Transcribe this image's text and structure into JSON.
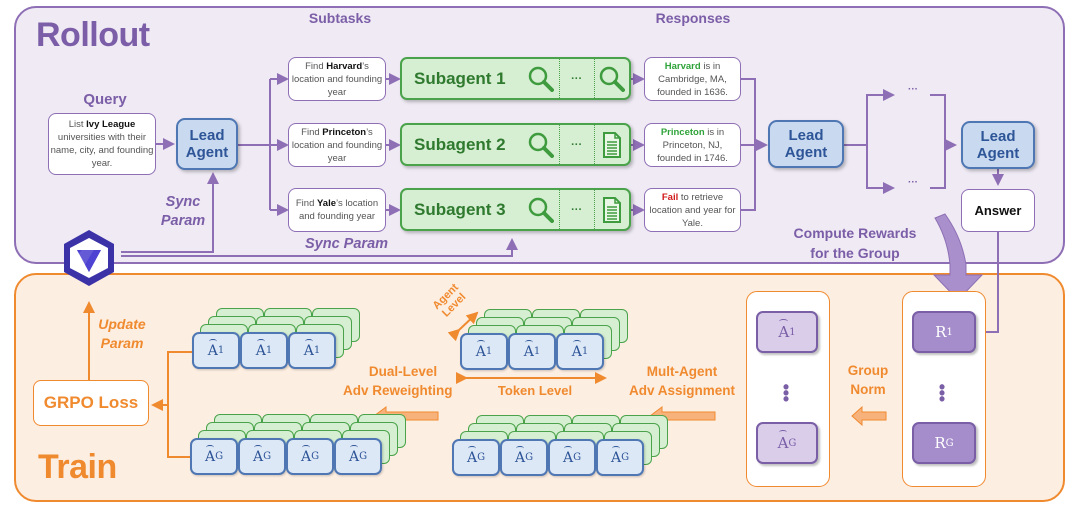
{
  "rollout": {
    "title": "Rollout",
    "query": {
      "heading": "Query",
      "text_pre": "List ",
      "text_bold": "Ivy League",
      "text_post": "universities with their name, city, and founding year."
    },
    "lead_agent_label_line1": "Lead",
    "lead_agent_label_line2": "Agent",
    "subtasks_heading": "Subtasks",
    "subtasks": [
      {
        "pre": "Find ",
        "bold": "Harvard",
        "post": "’s",
        "rest": "location and founding year"
      },
      {
        "pre": "Find ",
        "bold": "Princeton",
        "post": "’s",
        "rest": "location and founding year"
      },
      {
        "pre": "Find ",
        "bold": "Yale",
        "post": "’s",
        "rest": "location and founding year"
      }
    ],
    "subagents": [
      {
        "label": "Subagent 1",
        "tools": [
          "search-icon",
          "search-icon"
        ],
        "ellipsis": "···"
      },
      {
        "label": "Subagent 2",
        "tools": [
          "search-icon",
          "document-icon"
        ],
        "ellipsis": "···"
      },
      {
        "label": "Subagent 3",
        "tools": [
          "search-icon",
          "document-icon"
        ],
        "ellipsis": "···"
      }
    ],
    "responses_heading": "Responses",
    "responses": [
      {
        "highlight": "Harvard",
        "status": "success",
        "rest": "is in Cambridge, MA, founded in 1636."
      },
      {
        "highlight": "Princeton",
        "status": "success",
        "rest": "is in Princeton, NJ, founded in 1746."
      },
      {
        "highlight": "Fail",
        "status": "failure",
        "rest": "to retrieve location and year for Yale."
      }
    ],
    "group_ellipsis": "···",
    "answer_label": "Answer",
    "sync_param_label_line1": "Sync",
    "sync_param_label_line2": "Param",
    "sync_param_label": "Sync Param",
    "compute_rewards_line1": "Compute Rewards",
    "compute_rewards_line2": "for the Group"
  },
  "train": {
    "title": "Train",
    "update_param_line1": "Update",
    "update_param_line2": "Param",
    "grpo_loss_label": "GRPO Loss",
    "dual_level_line1": "Dual-Level",
    "dual_level_line2": "Adv Reweighting",
    "agent_level_line1": "Agent",
    "agent_level_line2": "Level",
    "token_level_label": "Token Level",
    "multi_agent_line1": "Mult-Agent",
    "multi_agent_line2": "Adv Assignment",
    "group_norm_line1": "Group",
    "group_norm_line2": "Norm",
    "advantages": [
      {
        "symbol": "A",
        "subscript": "1"
      },
      {
        "symbol": "A",
        "subscript": "G"
      }
    ],
    "rewards": [
      {
        "symbol": "R",
        "subscript": "1"
      },
      {
        "symbol": "R",
        "subscript": "G"
      }
    ],
    "vertical_ellipsis": "⋮"
  },
  "colors": {
    "rollout_accent": "#7b5ea7",
    "train_accent": "#f08a2f",
    "lead_agent_fill": "#c9daf0",
    "subagent_fill": "#d6efd2",
    "success_text": "#2fa33a",
    "failure_text": "#d11919"
  }
}
